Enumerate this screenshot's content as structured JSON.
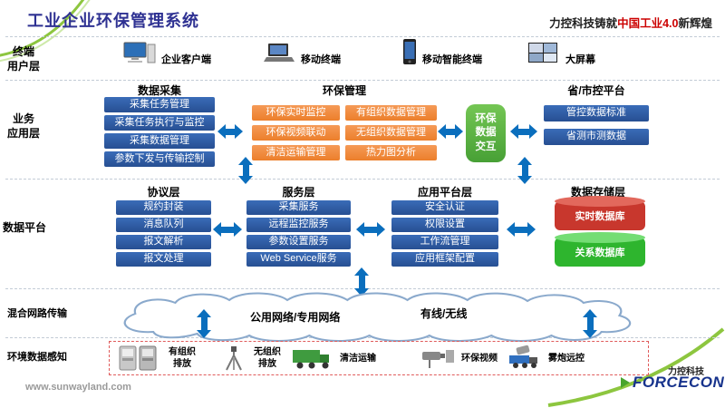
{
  "colors": {
    "title_blue": "#2e3192",
    "highlight_red": "#cc0000",
    "arrow_blue": "#0a6ebd",
    "module_blue": "#2d5ca6",
    "module_orange": "#ee7d2b",
    "exchange_green": "#54b148",
    "realtime_db_red": "#c8372d",
    "relation_db_green": "#2eb52e",
    "brand_green": "#8dc63f"
  },
  "header": {
    "title": "工业企业环保管理系统",
    "tagline": {
      "prefix": "力控科技铸就",
      "highlight": "中国工业4.0",
      "suffix": "新辉煌"
    }
  },
  "layer_labels": {
    "terminal": "终端\n用户层",
    "business": "业务\n应用层",
    "data_platform": "数据平台",
    "network": "混合网路传输",
    "perception": "环境数据感知"
  },
  "terminals": [
    {
      "icon": "desktop-computer-icon",
      "label": "企业客户端"
    },
    {
      "icon": "laptop-icon",
      "label": "移动终端"
    },
    {
      "icon": "smartphone-icon",
      "label": "移动智能终端"
    },
    {
      "icon": "video-wall-icon",
      "label": "大屏幕"
    }
  ],
  "business": {
    "data_collection": {
      "title": "数据采集",
      "items": [
        "采集任务管理",
        "采集任务执行与监控",
        "采集数据管理",
        "参数下发与传输控制"
      ]
    },
    "env_management": {
      "title": "环保管理",
      "items": [
        "环保实时监控",
        "有组织数据管理",
        "环保视频联动",
        "无组织数据管理",
        "清洁运输管理",
        "热力图分析"
      ]
    },
    "exchange": {
      "label": "环保\n数据\n交互"
    },
    "province": {
      "title": "省/市控平台",
      "items": [
        "管控数据标准",
        "省测市测数据"
      ]
    }
  },
  "platform": {
    "protocol": {
      "title": "协议层",
      "items": [
        "规约封装",
        "消息队列",
        "报文解析",
        "报文处理"
      ]
    },
    "service": {
      "title": "服务层",
      "items": [
        "采集服务",
        "远程监控服务",
        "参数设置服务",
        "Web Service服务"
      ]
    },
    "app": {
      "title": "应用平台层",
      "items": [
        "安全认证",
        "权限设置",
        "工作流管理",
        "应用框架配置"
      ]
    },
    "storage": {
      "title": "数据存储层",
      "items": [
        {
          "label": "实时数据库",
          "color": "red"
        },
        {
          "label": "关系数据库",
          "color": "green"
        }
      ]
    }
  },
  "network": {
    "labels": [
      "公用网络/专用网络",
      "有线/无线"
    ]
  },
  "perception": {
    "items": [
      {
        "icon": "emission-cabinets-icon",
        "label": "有组织\n排放"
      },
      {
        "icon": "tripod-monitor-icon",
        "label": "无组织\n排放"
      },
      {
        "icon": "truck-icon",
        "label": "清洁运输"
      },
      {
        "icon": "cctv-camera-icon",
        "label": "环保视频"
      },
      {
        "icon": "fog-cannon-icon",
        "label": "雾炮远控"
      }
    ]
  },
  "footer": {
    "website": "www.sunwayland.com",
    "logo_top": "力控科技",
    "logo_main": "FORCECON"
  }
}
